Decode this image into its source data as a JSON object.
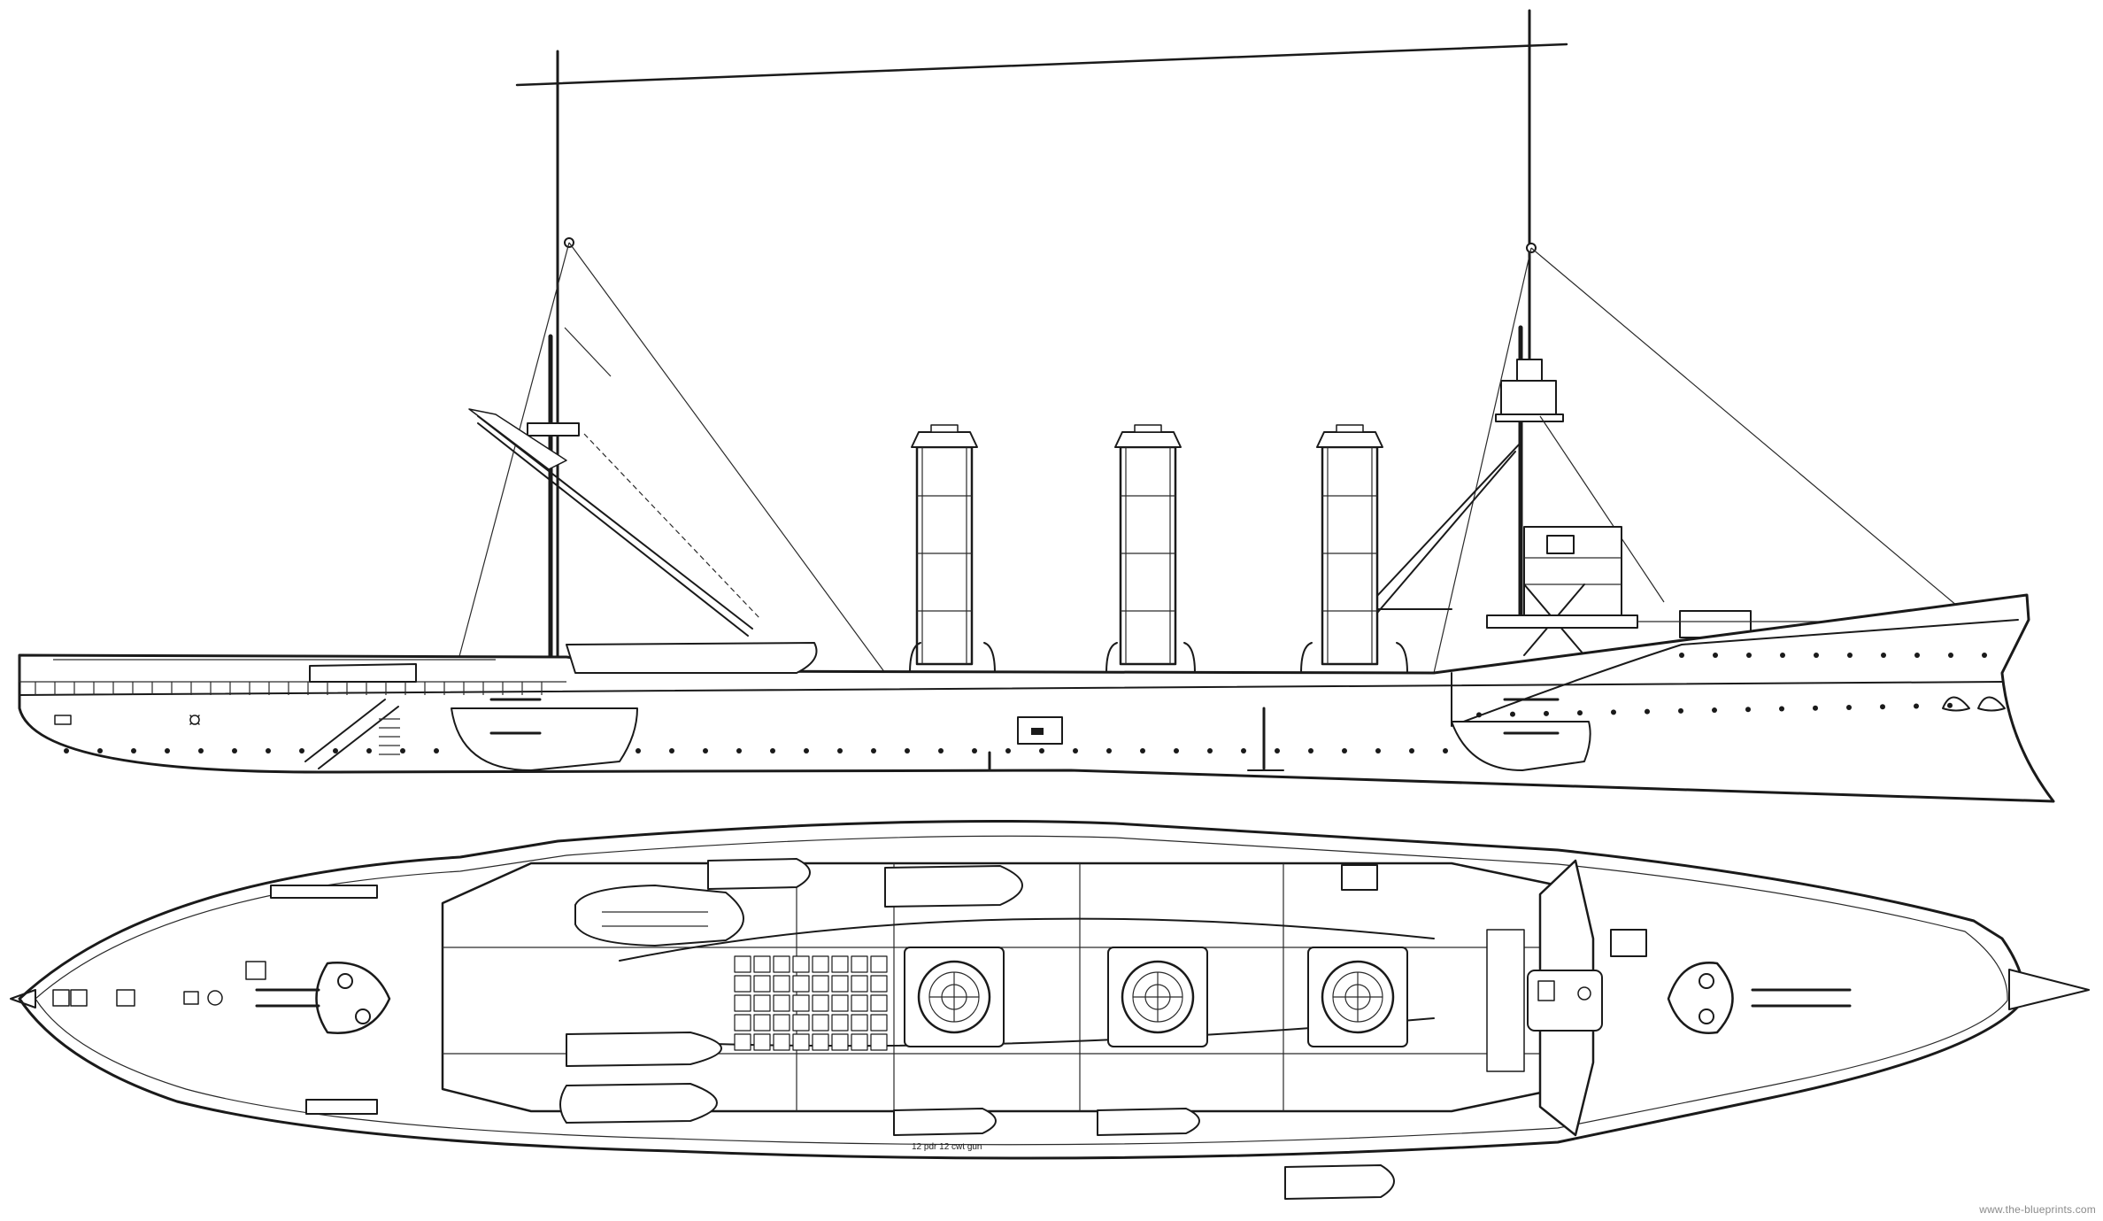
{
  "drawing": {
    "views": [
      {
        "id": "profile",
        "kind": "side elevation"
      },
      {
        "id": "plan",
        "kind": "top plan"
      }
    ],
    "plan_labels": {
      "gun_label": "12 pdr 12 cwt gun"
    },
    "watermark": "www.the-blueprints.com",
    "ink_color": "#1a1a1a",
    "background_color": "#ffffff"
  }
}
